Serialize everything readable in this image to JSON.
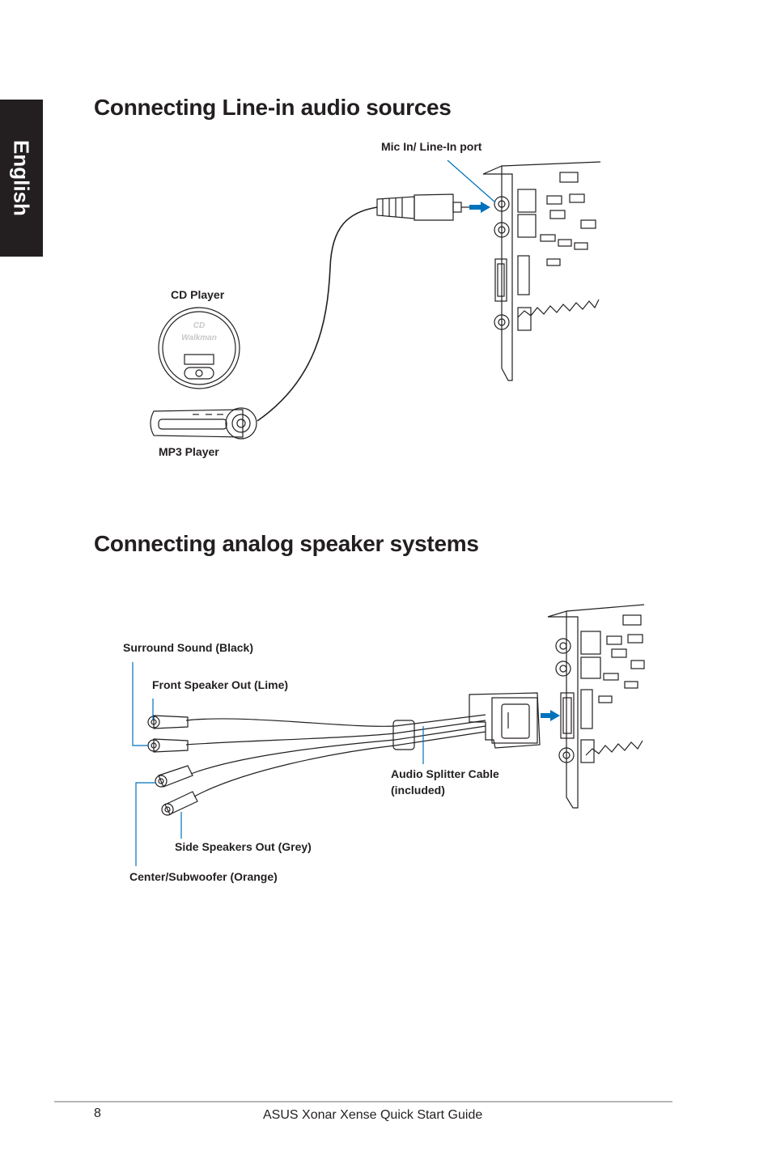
{
  "side_tab": "English",
  "section1": {
    "title": "Connecting Line-in audio sources",
    "labels": {
      "mic_in": "Mic In/ Line-In port",
      "cd_player": "CD Player",
      "cd_logo_line1": "CD",
      "cd_logo_line2": "Walkman",
      "mp3_player": "MP3 Player"
    }
  },
  "section2": {
    "title": "Connecting analog speaker systems",
    "labels": {
      "surround": "Surround Sound (Black)",
      "front": "Front Speaker Out (Lime)",
      "splitter_line1": "Audio Splitter Cable",
      "splitter_line2": "(included)",
      "side": "Side Speakers Out (Grey)",
      "center": "Center/Subwoofer (Orange)"
    }
  },
  "footer": {
    "page_number": "8",
    "guide_title": "ASUS Xonar Xense Quick Start Guide"
  },
  "colors": {
    "callout": "#0072bc",
    "ink": "#231f20"
  }
}
